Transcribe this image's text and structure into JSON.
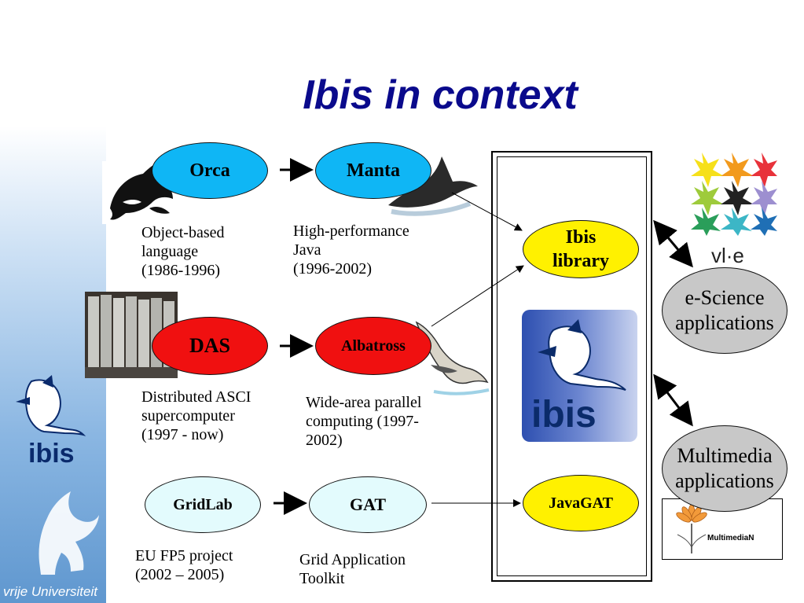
{
  "slide": {
    "title": "Ibis in context",
    "footer_logo_text": "vrije Universiteit",
    "sidebar_logo_text": "ibis"
  },
  "nodes": {
    "orca": "Orca",
    "manta": "Manta",
    "das": "DAS",
    "albatross": "Albatross",
    "gridlab": "GridLab",
    "gat": "GAT",
    "ibis_library": [
      "Ibis",
      "library"
    ],
    "javagat": "JavaGAT",
    "escience": [
      "e-Science",
      "applications"
    ],
    "multimedia": [
      "Multimedia",
      "applications"
    ]
  },
  "descriptions": {
    "orca": [
      "Object-based",
      "language",
      "(1986-1996)"
    ],
    "manta": [
      "High-performance",
      "Java",
      "(1996-2002)"
    ],
    "das": [
      "Distributed ASCI",
      "supercomputer",
      "(1997 - now)"
    ],
    "albatross": [
      "Wide-area parallel",
      "computing (1997-",
      "2002)"
    ],
    "gridlab": [
      "EU FP5 project",
      "(2002 – 2005)"
    ],
    "gat": [
      "Grid Application",
      "Toolkit"
    ]
  },
  "logos": {
    "ibis_big": "ibis",
    "vle": "vl·e",
    "multimedian": "MultimediaN"
  },
  "colors": {
    "title": "#0a0a8c",
    "blue_node": "#0fb6f5",
    "red_node": "#f01010",
    "pale_node": "#e3fbfd",
    "yellow_node": "#fff100",
    "grey_node": "#c8c8c8"
  },
  "icons": [
    "orca-whale-icon",
    "manta-ray-icon",
    "albatross-bird-icon",
    "das-cluster-photo",
    "ibis-bird-logo",
    "vu-griffin-logo",
    "vle-star-logo",
    "multimedian-flower-logo"
  ]
}
